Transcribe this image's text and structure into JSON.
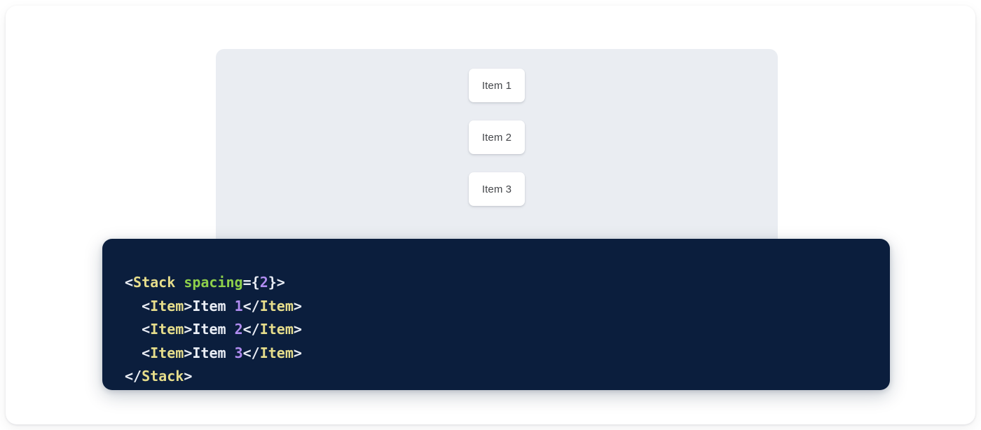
{
  "preview": {
    "name": "stack-preview",
    "background_color": "#eaedf2",
    "items": [
      {
        "label": "Item 1"
      },
      {
        "label": "Item 2"
      },
      {
        "label": "Item 3"
      }
    ]
  },
  "code_panel": {
    "name": "code-snippet-panel",
    "background_color": "#0b1e3d",
    "language": "jsx",
    "colors": {
      "tag": "#e6dd8b",
      "attribute": "#8ed04b",
      "number": "#b08cf0",
      "punctuation": "#e9edf5",
      "text": "#e9edf5"
    },
    "plain_text": "<Stack spacing={2}>\n  <Item>Item 1</Item>\n  <Item>Item 2</Item>\n  <Item>Item 3</Item>\n</Stack>",
    "lines": [
      {
        "tokens": [
          {
            "t": "<",
            "k": "punct"
          },
          {
            "t": "Stack",
            "k": "tag"
          },
          {
            "t": " ",
            "k": "text"
          },
          {
            "t": "spacing",
            "k": "attr"
          },
          {
            "t": "=",
            "k": "punct"
          },
          {
            "t": "{",
            "k": "punct"
          },
          {
            "t": "2",
            "k": "num"
          },
          {
            "t": "}",
            "k": "punct"
          },
          {
            "t": ">",
            "k": "punct"
          }
        ]
      },
      {
        "tokens": [
          {
            "t": "  ",
            "k": "text"
          },
          {
            "t": "<",
            "k": "punct"
          },
          {
            "t": "Item",
            "k": "tag"
          },
          {
            "t": ">",
            "k": "punct"
          },
          {
            "t": "Item ",
            "k": "text"
          },
          {
            "t": "1",
            "k": "num"
          },
          {
            "t": "</",
            "k": "punct"
          },
          {
            "t": "Item",
            "k": "tag"
          },
          {
            "t": ">",
            "k": "punct"
          }
        ]
      },
      {
        "tokens": [
          {
            "t": "  ",
            "k": "text"
          },
          {
            "t": "<",
            "k": "punct"
          },
          {
            "t": "Item",
            "k": "tag"
          },
          {
            "t": ">",
            "k": "punct"
          },
          {
            "t": "Item ",
            "k": "text"
          },
          {
            "t": "2",
            "k": "num"
          },
          {
            "t": "</",
            "k": "punct"
          },
          {
            "t": "Item",
            "k": "tag"
          },
          {
            "t": ">",
            "k": "punct"
          }
        ]
      },
      {
        "tokens": [
          {
            "t": "  ",
            "k": "text"
          },
          {
            "t": "<",
            "k": "punct"
          },
          {
            "t": "Item",
            "k": "tag"
          },
          {
            "t": ">",
            "k": "punct"
          },
          {
            "t": "Item ",
            "k": "text"
          },
          {
            "t": "3",
            "k": "num"
          },
          {
            "t": "</",
            "k": "punct"
          },
          {
            "t": "Item",
            "k": "tag"
          },
          {
            "t": ">",
            "k": "punct"
          }
        ]
      },
      {
        "tokens": [
          {
            "t": "</",
            "k": "punct"
          },
          {
            "t": "Stack",
            "k": "tag"
          },
          {
            "t": ">",
            "k": "punct"
          }
        ]
      }
    ]
  }
}
